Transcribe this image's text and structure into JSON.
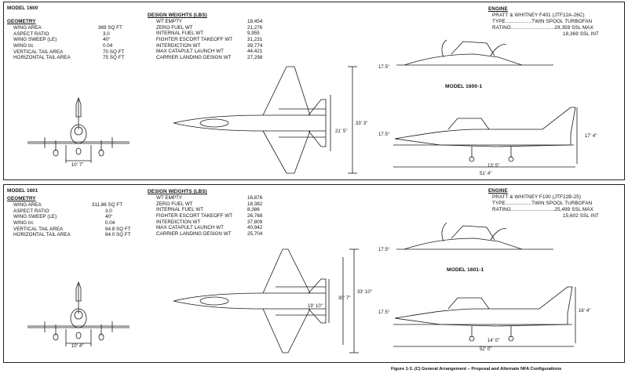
{
  "panels": [
    {
      "model": "MODEL 1600",
      "geometry_heading": "GEOMETRY",
      "geometry": [
        {
          "label": "WING AREA",
          "value": "369 SQ FT"
        },
        {
          "label": "ASPECT RATIO",
          "value": "3.0"
        },
        {
          "label": "WING SWEEP (LE)",
          "value": "40°"
        },
        {
          "label": "WING t/c",
          "value": "0.04"
        },
        {
          "label": "VERTICAL TAIL AREA",
          "value": "70 SQ FT"
        },
        {
          "label": "HORIZONTAL TAIL AREA",
          "value": "75 SQ FT"
        }
      ],
      "weights_heading": "DESIGN WEIGHTS (LBS)",
      "weights": [
        {
          "label": "WT EMPTY",
          "value": "18,454"
        },
        {
          "label": "ZERO FUEL WT",
          "value": "21,276"
        },
        {
          "label": "INTERNAL FUEL WT",
          "value": "9,955"
        },
        {
          "label": "FIGHTER ESCORT TAKEOFF WT",
          "value": "31,231"
        },
        {
          "label": "INTERDICTION WT",
          "value": "39,774"
        },
        {
          "label": "MAX CATAPULT LAUNCH WT",
          "value": "44,421"
        },
        {
          "label": "CARRIER LANDING DESIGN WT",
          "value": "27,298"
        }
      ],
      "engine_heading": "ENGINE",
      "engine_name": "PRATT & WHITNEY F401 (JTF22A-26C)",
      "engine_type_label": "TYPE",
      "engine_type": "TWIN SPOOL TURBOFAN",
      "rating_label": "RATING",
      "rating_max": "29,359 SSL MAX",
      "rating_int": "18,369 SSL INT",
      "dims": {
        "front_span": "10' 7\"",
        "plan_span": "33' 3\"",
        "plan_inner": "21' 5\"",
        "side_height": "17' 4\"",
        "side_gear": "13' 5\"",
        "side_length": "51' 4\"",
        "angle_top": "17.5°",
        "angle_side": "17.5°"
      },
      "variant_label": "MODEL 1600-1"
    },
    {
      "model": "MODEL 1601",
      "geometry_heading": "GEOMETRY",
      "geometry": [
        {
          "label": "WING AREA",
          "value": "311.86 SQ FT"
        },
        {
          "label": "ASPECT RATIO",
          "value": "3.0"
        },
        {
          "label": "WING SWEEP (LE)",
          "value": "40°"
        },
        {
          "label": "WING t/c",
          "value": "0.04"
        },
        {
          "label": "VERTICAL TAIL AREA",
          "value": "64.8 SQ FT"
        },
        {
          "label": "HORIZONTAL TAIL AREA",
          "value": "64.0 SQ FT"
        }
      ],
      "weights_heading": "DESIGN WEIGHTS (LBS)",
      "weights": [
        {
          "label": "WT EMPTY",
          "value": "16,876"
        },
        {
          "label": "ZERO FUEL WT",
          "value": "18,382"
        },
        {
          "label": "INTERNAL FUEL WT",
          "value": "8,386"
        },
        {
          "label": "FIGHTER ESCORT TAKEOFF WT",
          "value": "26,768"
        },
        {
          "label": "INTERDICTION WT",
          "value": "37,809"
        },
        {
          "label": "MAX CATAPULT LAUNCH WT",
          "value": "40,942"
        },
        {
          "label": "CARRIER LANDING DESIGN WT",
          "value": "25,704"
        }
      ],
      "engine_heading": "ENGINE",
      "engine_name": "PRATT & WHITNEY F100 (JTF22B-25)",
      "engine_type_label": "TYPE",
      "engine_type": "TWIN SPOOL TURBOFAN",
      "rating_label": "RATING",
      "rating_max": "25,499 SSL MAX",
      "rating_int": "15,602 SSL INT",
      "dims": {
        "front_span": "10' 4\"",
        "plan_span": "33' 10\"",
        "plan_inner": "30' 7\"",
        "plan_tail": "19' 10\"",
        "side_height": "16' 4\"",
        "side_gear": "14' 0\"",
        "side_length": "52' 0\"",
        "angle_top": "17.5°",
        "angle_side": "17.5°"
      },
      "variant_label": "MODEL 1601-1"
    }
  ],
  "caption": "Figure 1-3.  (C) General Arrangement – Proposal and Alternate NFA Configurations"
}
